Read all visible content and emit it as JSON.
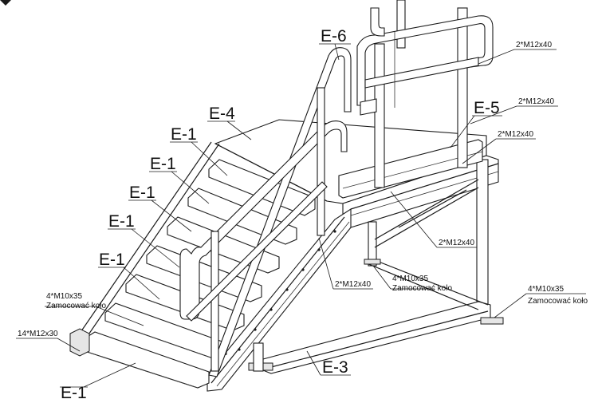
{
  "labels": {
    "e6": "E-6",
    "e5": "E-5",
    "e4": "E-4",
    "e3": "E-3",
    "e1_a": "E-1",
    "e1_b": "E-1",
    "e1_c": "E-1",
    "e1_d": "E-1",
    "e1_e": "E-1",
    "e1_bottom": "E-1"
  },
  "callouts": {
    "bolt_top": "2*M12x40",
    "bolt_mid1": "2*M12x40",
    "bolt_mid2": "2*M12x40",
    "bolt_center": "2*M12x40",
    "bolt_stringer": "2*M12x40",
    "bolt_left_count": "4*M10x35",
    "bolt_left_note": "Zamocować koło",
    "bolt_mid_count": "4*M10x35",
    "bolt_mid_note": "Zamocować koło",
    "bolt_right_count": "4*M10x35",
    "bolt_right_note": "Zamocować koło",
    "bolt_bottom": "14*M12x30"
  }
}
